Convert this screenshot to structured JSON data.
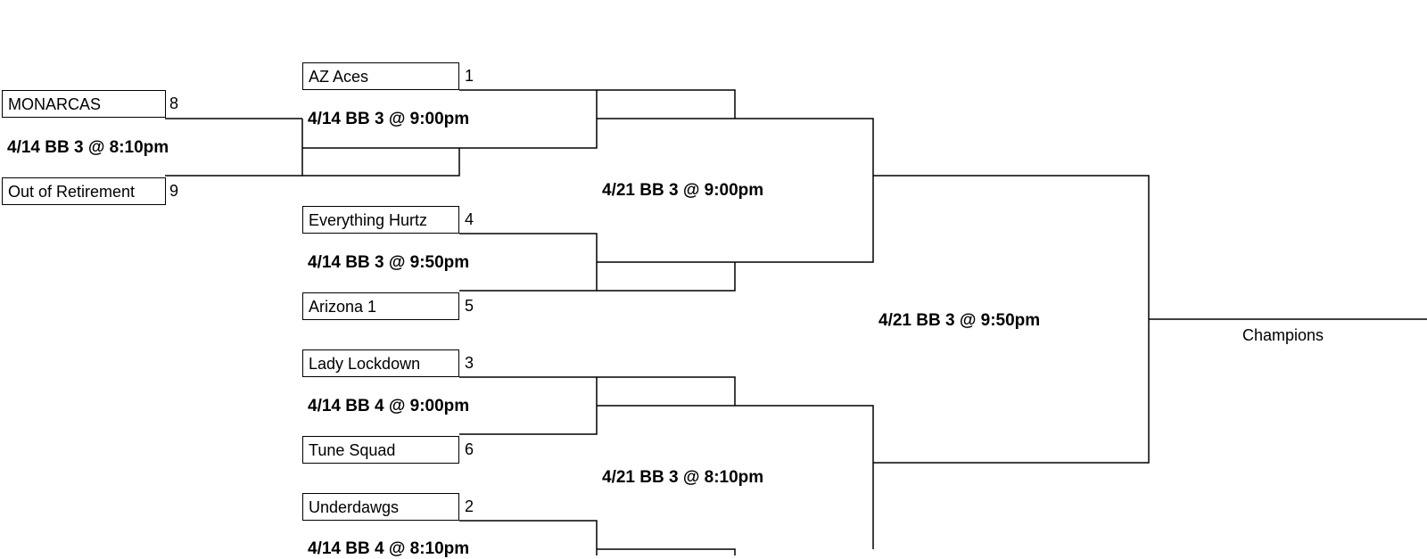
{
  "round1": {
    "team_top": {
      "name": "MONARCAS",
      "seed": "8"
    },
    "team_bottom": {
      "name": "Out of Retirement",
      "seed": "9"
    },
    "game": "4/14 BB 3 @ 8:10pm"
  },
  "round2": [
    {
      "team_top": {
        "name": "AZ Aces",
        "seed": "1"
      },
      "game": "4/14 BB 3 @ 9:00pm",
      "team_bottom": {
        "name": "",
        "seed": ""
      }
    },
    {
      "team_top": {
        "name": "Everything Hurtz",
        "seed": "4"
      },
      "game": "4/14 BB 3 @ 9:50pm",
      "team_bottom": {
        "name": "Arizona 1",
        "seed": "5"
      }
    },
    {
      "team_top": {
        "name": "Lady Lockdown",
        "seed": "3"
      },
      "game": "4/14 BB 4 @ 9:00pm",
      "team_bottom": {
        "name": "Tune Squad",
        "seed": "6"
      }
    },
    {
      "team_top": {
        "name": "Underdawgs",
        "seed": "2"
      },
      "game": "4/14 BB 4 @ 8:10pm",
      "team_bottom": {
        "name": "",
        "seed": ""
      }
    }
  ],
  "semifinals": [
    {
      "game": "4/21 BB 3 @ 9:00pm"
    },
    {
      "game": "4/21 BB 3 @ 8:10pm"
    }
  ],
  "final": {
    "game": "4/21 BB 3 @ 9:50pm"
  },
  "champion": {
    "label": "Champions"
  }
}
